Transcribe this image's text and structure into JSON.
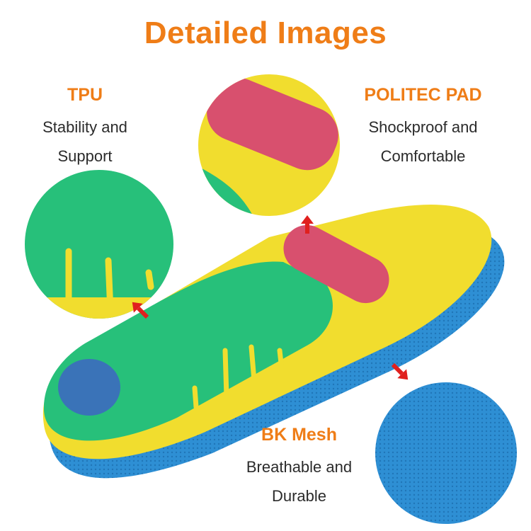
{
  "title": "Detailed Images",
  "features": {
    "tpu": {
      "name": "TPU",
      "lines": [
        "Stability and",
        "Support"
      ]
    },
    "pad": {
      "name": "POLITEC PAD",
      "lines": [
        "Shockproof and",
        "Comfortable"
      ]
    },
    "mesh": {
      "name": "BK Mesh",
      "lines": [
        "Breathable and",
        "Durable"
      ]
    }
  },
  "colors": {
    "accent": "#ef7d17",
    "arrow": "#e0201e",
    "green": "#27c07a",
    "yellow": "#f1dd2e",
    "red_pad": "#d8506e",
    "blue_mesh": "#2e8fd4",
    "blue_disc": "#3a73b8"
  },
  "icons": [
    "arrow-up-icon",
    "arrow-down-right-icon",
    "arrow-up-left-icon"
  ]
}
